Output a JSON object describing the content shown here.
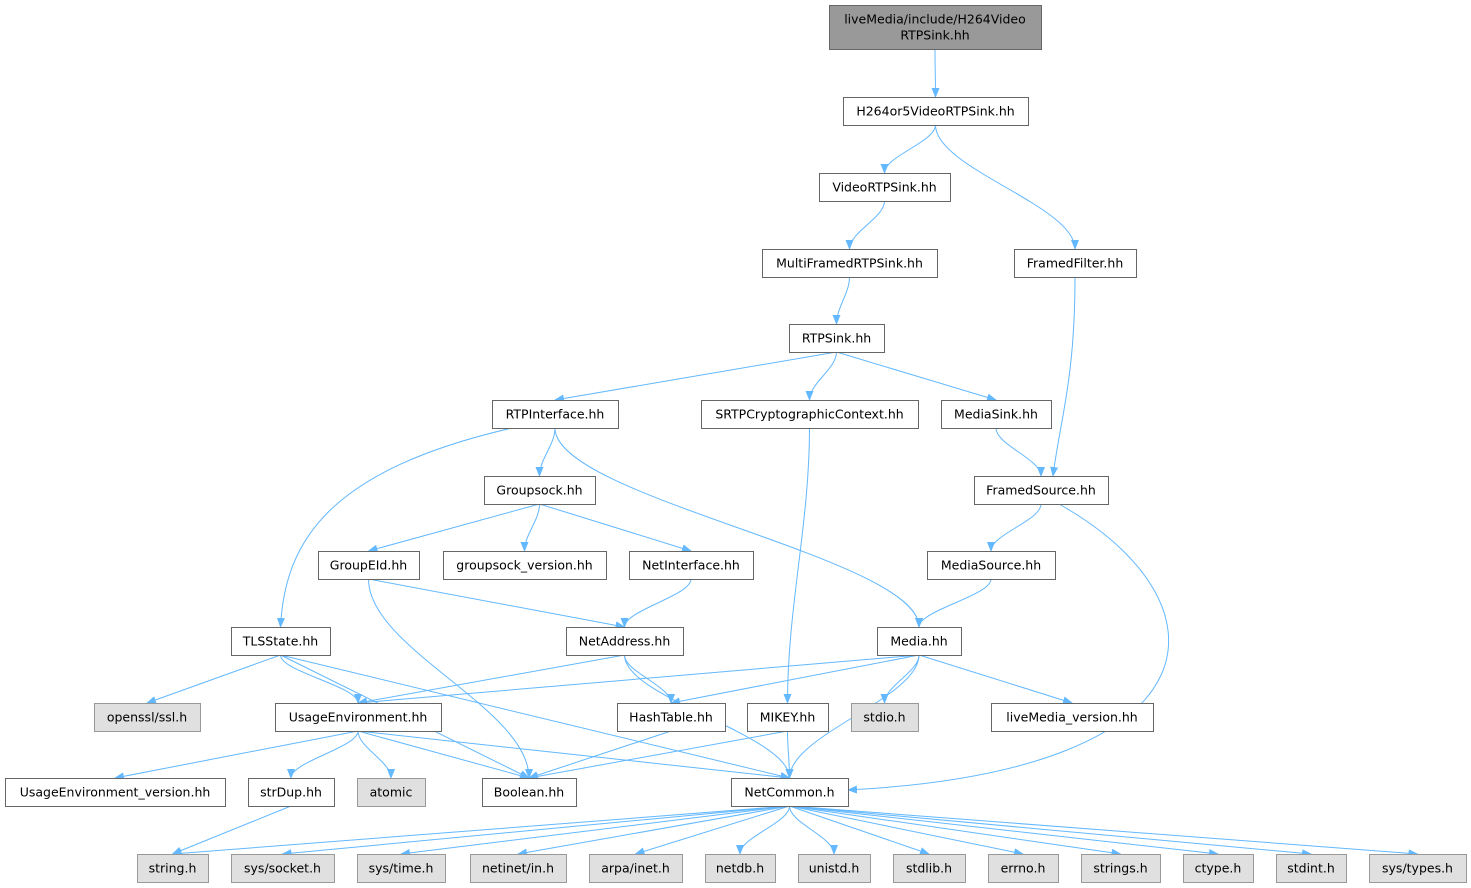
{
  "colors": {
    "edge": "#63b8ff",
    "root_fill": "#999999",
    "external_fill": "#e0e0e0",
    "node_fill": "#ffffff"
  },
  "nodes": [
    {
      "id": "root",
      "lines": [
        "liveMedia/include/H264Video",
        "RTPSink.hh"
      ],
      "kind": "root"
    },
    {
      "id": "h264or5",
      "lines": [
        "H264or5VideoRTPSink.hh"
      ],
      "kind": "file"
    },
    {
      "id": "videortpsink",
      "lines": [
        "VideoRTPSink.hh"
      ],
      "kind": "file"
    },
    {
      "id": "multiframed",
      "lines": [
        "MultiFramedRTPSink.hh"
      ],
      "kind": "file"
    },
    {
      "id": "framedfilter",
      "lines": [
        "FramedFilter.hh"
      ],
      "kind": "file"
    },
    {
      "id": "rtpsink",
      "lines": [
        "RTPSink.hh"
      ],
      "kind": "file"
    },
    {
      "id": "rtpinterface",
      "lines": [
        "RTPInterface.hh"
      ],
      "kind": "file"
    },
    {
      "id": "srtp",
      "lines": [
        "SRTPCryptographicContext.hh"
      ],
      "kind": "file"
    },
    {
      "id": "mediasink",
      "lines": [
        "MediaSink.hh"
      ],
      "kind": "file"
    },
    {
      "id": "groupsock",
      "lines": [
        "Groupsock.hh"
      ],
      "kind": "file"
    },
    {
      "id": "framedsource",
      "lines": [
        "FramedSource.hh"
      ],
      "kind": "file"
    },
    {
      "id": "groupeid",
      "lines": [
        "GroupEId.hh"
      ],
      "kind": "file"
    },
    {
      "id": "groupsockver",
      "lines": [
        "groupsock_version.hh"
      ],
      "kind": "file"
    },
    {
      "id": "netinterface",
      "lines": [
        "NetInterface.hh"
      ],
      "kind": "file"
    },
    {
      "id": "mediasource",
      "lines": [
        "MediaSource.hh"
      ],
      "kind": "file"
    },
    {
      "id": "tlsstate",
      "lines": [
        "TLSState.hh"
      ],
      "kind": "file"
    },
    {
      "id": "netaddress",
      "lines": [
        "NetAddress.hh"
      ],
      "kind": "file"
    },
    {
      "id": "media",
      "lines": [
        "Media.hh"
      ],
      "kind": "file"
    },
    {
      "id": "openssl",
      "lines": [
        "openssl/ssl.h"
      ],
      "kind": "external"
    },
    {
      "id": "usageenv",
      "lines": [
        "UsageEnvironment.hh"
      ],
      "kind": "file"
    },
    {
      "id": "hashtable",
      "lines": [
        "HashTable.hh"
      ],
      "kind": "file"
    },
    {
      "id": "mikey",
      "lines": [
        "MIKEY.hh"
      ],
      "kind": "file"
    },
    {
      "id": "stdio",
      "lines": [
        "stdio.h"
      ],
      "kind": "external"
    },
    {
      "id": "livemediaver",
      "lines": [
        "liveMedia_version.hh"
      ],
      "kind": "file"
    },
    {
      "id": "usageenvver",
      "lines": [
        "UsageEnvironment_version.hh"
      ],
      "kind": "file"
    },
    {
      "id": "strdup",
      "lines": [
        "strDup.hh"
      ],
      "kind": "file"
    },
    {
      "id": "atomic",
      "lines": [
        "atomic"
      ],
      "kind": "external"
    },
    {
      "id": "boolean",
      "lines": [
        "Boolean.hh"
      ],
      "kind": "file"
    },
    {
      "id": "netcommon",
      "lines": [
        "NetCommon.h"
      ],
      "kind": "file"
    },
    {
      "id": "string",
      "lines": [
        "string.h"
      ],
      "kind": "external"
    },
    {
      "id": "syssocket",
      "lines": [
        "sys/socket.h"
      ],
      "kind": "external"
    },
    {
      "id": "systime",
      "lines": [
        "sys/time.h"
      ],
      "kind": "external"
    },
    {
      "id": "netinetin",
      "lines": [
        "netinet/in.h"
      ],
      "kind": "external"
    },
    {
      "id": "arpainet",
      "lines": [
        "arpa/inet.h"
      ],
      "kind": "external"
    },
    {
      "id": "netdb",
      "lines": [
        "netdb.h"
      ],
      "kind": "external"
    },
    {
      "id": "unistd",
      "lines": [
        "unistd.h"
      ],
      "kind": "external"
    },
    {
      "id": "stdlib",
      "lines": [
        "stdlib.h"
      ],
      "kind": "external"
    },
    {
      "id": "errno",
      "lines": [
        "errno.h"
      ],
      "kind": "external"
    },
    {
      "id": "strings",
      "lines": [
        "strings.h"
      ],
      "kind": "external"
    },
    {
      "id": "ctype",
      "lines": [
        "ctype.h"
      ],
      "kind": "external"
    },
    {
      "id": "stdint",
      "lines": [
        "stdint.h"
      ],
      "kind": "external"
    },
    {
      "id": "systypes",
      "lines": [
        "sys/types.h"
      ],
      "kind": "external"
    }
  ],
  "edges": [
    [
      "root",
      "h264or5"
    ],
    [
      "h264or5",
      "videortpsink"
    ],
    [
      "h264or5",
      "framedfilter"
    ],
    [
      "videortpsink",
      "multiframed"
    ],
    [
      "multiframed",
      "rtpsink"
    ],
    [
      "framedfilter",
      "framedsource"
    ],
    [
      "rtpsink",
      "rtpinterface"
    ],
    [
      "rtpsink",
      "srtp"
    ],
    [
      "rtpsink",
      "mediasink"
    ],
    [
      "rtpinterface",
      "groupsock"
    ],
    [
      "rtpinterface",
      "tlsstate"
    ],
    [
      "rtpinterface",
      "media"
    ],
    [
      "srtp",
      "mikey"
    ],
    [
      "mediasink",
      "framedsource"
    ],
    [
      "groupsock",
      "groupeid"
    ],
    [
      "groupsock",
      "groupsockver"
    ],
    [
      "groupsock",
      "netinterface"
    ],
    [
      "framedsource",
      "mediasource"
    ],
    [
      "framedsource",
      "netcommon"
    ],
    [
      "groupeid",
      "netaddress"
    ],
    [
      "groupeid",
      "boolean"
    ],
    [
      "netinterface",
      "netaddress"
    ],
    [
      "mediasource",
      "media"
    ],
    [
      "tlsstate",
      "openssl"
    ],
    [
      "tlsstate",
      "usageenv"
    ],
    [
      "tlsstate",
      "boolean"
    ],
    [
      "tlsstate",
      "netcommon"
    ],
    [
      "netaddress",
      "usageenv"
    ],
    [
      "netaddress",
      "hashtable"
    ],
    [
      "netaddress",
      "netcommon"
    ],
    [
      "media",
      "usageenv"
    ],
    [
      "media",
      "hashtable"
    ],
    [
      "media",
      "stdio"
    ],
    [
      "media",
      "livemediaver"
    ],
    [
      "media",
      "netcommon"
    ],
    [
      "usageenv",
      "usageenvver"
    ],
    [
      "usageenv",
      "strdup"
    ],
    [
      "usageenv",
      "atomic"
    ],
    [
      "usageenv",
      "boolean"
    ],
    [
      "usageenv",
      "netcommon"
    ],
    [
      "hashtable",
      "boolean"
    ],
    [
      "mikey",
      "boolean"
    ],
    [
      "mikey",
      "netcommon"
    ],
    [
      "strdup",
      "string"
    ],
    [
      "netcommon",
      "string"
    ],
    [
      "netcommon",
      "syssocket"
    ],
    [
      "netcommon",
      "systime"
    ],
    [
      "netcommon",
      "netinetin"
    ],
    [
      "netcommon",
      "arpainet"
    ],
    [
      "netcommon",
      "netdb"
    ],
    [
      "netcommon",
      "unistd"
    ],
    [
      "netcommon",
      "stdlib"
    ],
    [
      "netcommon",
      "errno"
    ],
    [
      "netcommon",
      "strings"
    ],
    [
      "netcommon",
      "ctype"
    ],
    [
      "netcommon",
      "stdint"
    ],
    [
      "netcommon",
      "systypes"
    ]
  ]
}
